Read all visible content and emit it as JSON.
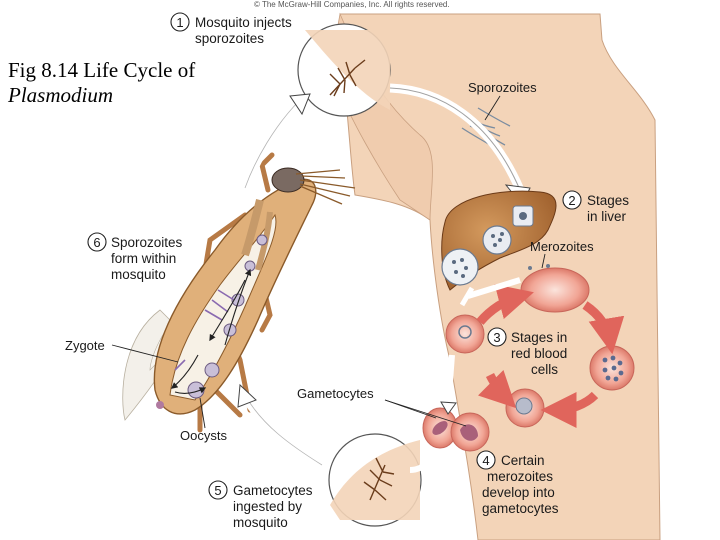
{
  "copyright": "© The McGraw-Hill Companies, Inc. All rights reserved.",
  "figure_title": {
    "line1": "Fig 8.14 Life Cycle of",
    "line2": "Plasmodium"
  },
  "steps": [
    {
      "number": "1",
      "lines": [
        "Mosquito injects",
        "sporozoites"
      ]
    },
    {
      "number": "2",
      "lines": [
        "Stages",
        "in liver"
      ]
    },
    {
      "number": "3",
      "lines": [
        "Stages in",
        "red blood",
        "cells"
      ]
    },
    {
      "number": "4",
      "lines": [
        "Certain",
        "merozoites",
        "develop into",
        "gametocytes"
      ]
    },
    {
      "number": "5",
      "lines": [
        "Gametocytes",
        "ingested by",
        "mosquito"
      ]
    },
    {
      "number": "6",
      "lines": [
        "Sporozoites",
        "form within",
        "mosquito"
      ]
    }
  ],
  "labels": {
    "sporozoites": "Sporozoites",
    "merozoites": "Merozoites",
    "gametocytes": "Gametocytes",
    "zygote": "Zygote",
    "oocysts": "Oocysts"
  },
  "colors": {
    "skin": "#f3d4b8",
    "liver": "#b9773f",
    "mosquito_body": "#e0b07a",
    "rbc": "#e98f80",
    "arrow_red": "#e0655c",
    "arrow_white": "#ffffff",
    "outline": "#3a3a3a"
  }
}
